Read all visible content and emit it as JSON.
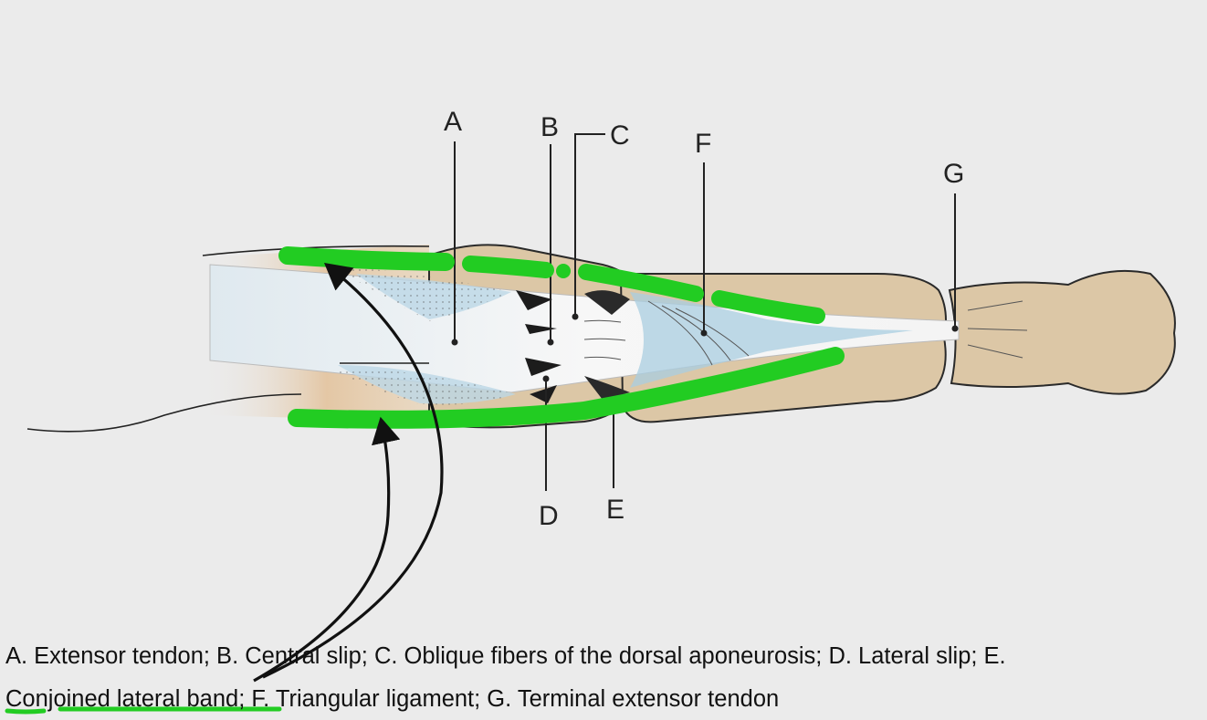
{
  "labels": {
    "a": "A",
    "b": "B",
    "c": "C",
    "d": "D",
    "e": "E",
    "f": "F",
    "g": "G"
  },
  "caption": {
    "line1": "A. Extensor tendon; B. Central slip; C. Oblique fibers of the dorsal aponeurosis; D. Lateral slip; E.",
    "highlighted_term": "Conjoined lateral band",
    "line2_rest": "; F. Triangular ligament; G. Terminal extensor tendon"
  },
  "colors": {
    "background": "#ebebeb",
    "bone": "#dcc7a6",
    "bone_outline": "#2a2a2a",
    "tendon": "#f6f6f6",
    "aponeurosis_blue": "#a9cde0",
    "skin_tan": "#e3c39d",
    "highlight_green": "#22cc22",
    "arrow": "#111111"
  }
}
